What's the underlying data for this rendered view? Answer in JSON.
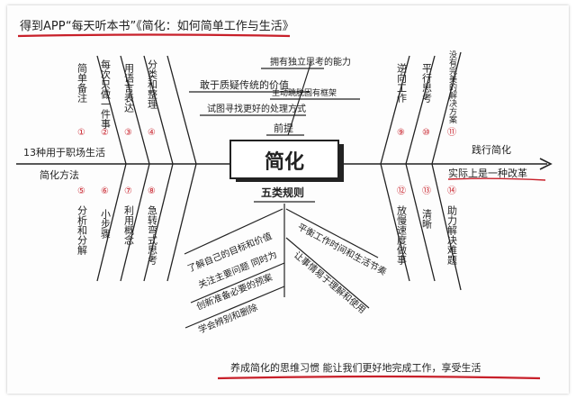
{
  "header": {
    "title": "得到APP“每天听本书”《简化：如何简单工作与生活》"
  },
  "center": {
    "title": "简化",
    "premise_label": "前提",
    "rules_label": "五类规则"
  },
  "left_label": [
    "13种用于职场生活",
    "简化方法"
  ],
  "right_label": [
    "践行简化",
    "实际上是一种改革"
  ],
  "premises": [
    "拥有独立思考的能力",
    "敢于质疑传统的价值",
    "主动跳脱固有框架",
    "试图寻找更好的处理方式"
  ],
  "methods_top_left": [
    {
      "text": "简单备注",
      "num": "①"
    },
    {
      "text": "每次只做一件事",
      "num": "②"
    },
    {
      "text": "用语言表达",
      "num": "③"
    },
    {
      "text": "分类和整理",
      "num": "④"
    }
  ],
  "methods_bottom_left": [
    {
      "text": "分析和分解",
      "num": "⑤"
    },
    {
      "text": "小步骤",
      "num": "⑥"
    },
    {
      "text": "利用概念",
      "num": "⑦"
    },
    {
      "text": "急转弯式思考",
      "num": "⑧"
    }
  ],
  "methods_top_right": [
    {
      "text": "逆向工作",
      "num": "⑨"
    },
    {
      "text": "平行思考",
      "num": "⑩"
    },
    {
      "text": "没有完美的解决方案",
      "num": "⑪"
    }
  ],
  "methods_bottom_right": [
    {
      "text": "放慢速度做事",
      "num": "⑫"
    },
    {
      "text": "清晰",
      "num": "⑬"
    },
    {
      "text": "助力解决难题",
      "num": "⑭"
    }
  ],
  "rules_left": [
    "了解自己的目标和价值",
    "关注主要问题 同时为",
    "创新准备必要的预案",
    "学会辨别和删除"
  ],
  "rules_right": [
    "平衡工作时间和生活节奏",
    "让事情易于理解和使用"
  ],
  "footer": {
    "text": "养成简化的思维习惯 能让我们更好地完成工作，享受生活"
  },
  "colors": {
    "ink": "#222222",
    "accent_red": "#c8202a"
  }
}
